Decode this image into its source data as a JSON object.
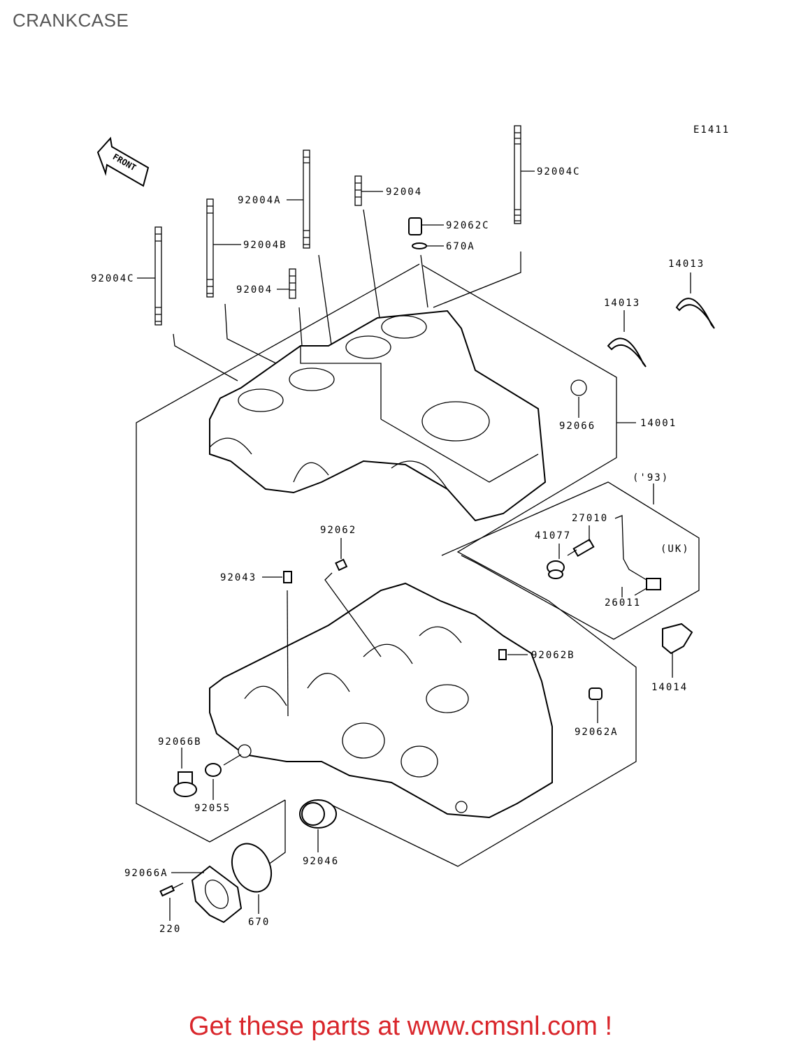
{
  "page": {
    "title": "CRANKCASE",
    "diagram_code": "E1411",
    "front_marker": "FRONT",
    "footer": "Get these parts at www.cmsnl.com !"
  },
  "parts": [
    {
      "id": "92004C_right",
      "label": "92004C"
    },
    {
      "id": "92004",
      "label": "92004"
    },
    {
      "id": "92004A",
      "label": "92004A"
    },
    {
      "id": "92062C",
      "label": "92062C"
    },
    {
      "id": "670A",
      "label": "670A"
    },
    {
      "id": "92004B",
      "label": "92004B"
    },
    {
      "id": "92004C_left",
      "label": "92004C"
    },
    {
      "id": "92004_small",
      "label": "92004"
    },
    {
      "id": "14013_right",
      "label": "14013"
    },
    {
      "id": "14013_left",
      "label": "14013"
    },
    {
      "id": "92066",
      "label": "92066"
    },
    {
      "id": "14001",
      "label": "14001"
    },
    {
      "id": "93_note",
      "label": "('93)"
    },
    {
      "id": "27010",
      "label": "27010"
    },
    {
      "id": "41077",
      "label": "41077"
    },
    {
      "id": "uk_note",
      "label": "(UK)"
    },
    {
      "id": "26011",
      "label": "26011"
    },
    {
      "id": "92062",
      "label": "92062"
    },
    {
      "id": "92043",
      "label": "92043"
    },
    {
      "id": "92062B",
      "label": "92062B"
    },
    {
      "id": "14014",
      "label": "14014"
    },
    {
      "id": "92062A",
      "label": "92062A"
    },
    {
      "id": "92066B",
      "label": "92066B"
    },
    {
      "id": "92055",
      "label": "92055"
    },
    {
      "id": "92046",
      "label": "92046"
    },
    {
      "id": "92066A",
      "label": "92066A"
    },
    {
      "id": "220",
      "label": "220"
    },
    {
      "id": "670",
      "label": "670"
    }
  ]
}
